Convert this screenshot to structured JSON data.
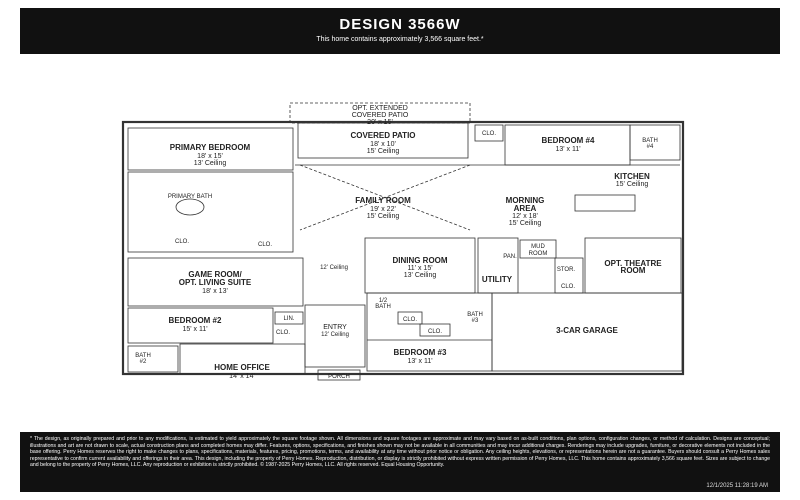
{
  "header": {
    "title": "DESIGN 3566W",
    "subtitle": "This home contains approximately 3,566 square feet.*"
  },
  "rooms": {
    "opt_patio": {
      "name": "OPT. EXTENDED",
      "name2": "COVERED PATIO",
      "dim": "20' x 15'"
    },
    "covered_patio": {
      "name": "COVERED PATIO",
      "dim": "18' x 10'",
      "ceiling": "15' Ceiling"
    },
    "primary_bedroom": {
      "name": "PRIMARY BEDROOM",
      "dim": "18' x 15'",
      "ceiling": "13' Ceiling"
    },
    "primary_bath": {
      "name": "PRIMARY BATH"
    },
    "bedroom4": {
      "name": "BEDROOM #4",
      "dim": "13' x 11'"
    },
    "bath4": {
      "name": "BATH",
      "num": "#4"
    },
    "kitchen": {
      "name": "KITCHEN",
      "ceiling": "15' Ceiling"
    },
    "family_room": {
      "name": "FAMILY ROOM",
      "dim": "19' x 22'",
      "ceiling": "15' Ceiling"
    },
    "morning_area": {
      "name": "MORNING",
      "name2": "AREA",
      "dim": "12' x 18'",
      "ceiling": "15' Ceiling"
    },
    "game_room": {
      "name": "GAME ROOM/",
      "name2": "OPT. LIVING SUITE",
      "dim": "18' x 13'"
    },
    "dining_room": {
      "name": "DINING ROOM",
      "dim": "11' x 15'",
      "ceiling": "13' Ceiling"
    },
    "mud_room": {
      "name": "MUD",
      "name2": "ROOM"
    },
    "pan": {
      "name": "PAN."
    },
    "utility": {
      "name": "UTILITY"
    },
    "stor": {
      "name": "STOR."
    },
    "theatre": {
      "name": "OPT. THEATRE",
      "name2": "ROOM"
    },
    "bedroom2": {
      "name": "BEDROOM #2",
      "dim": "15' x 11'"
    },
    "lin": {
      "name": "LIN."
    },
    "entry": {
      "name": "ENTRY",
      "ceiling": "12' Ceiling"
    },
    "hall_ceiling": {
      "text": "12' Ceiling"
    },
    "half_bath": {
      "name": "1/2",
      "name2": "BATH"
    },
    "bath3": {
      "name": "BATH",
      "num": "#3"
    },
    "bedroom3": {
      "name": "BEDROOM #3",
      "dim": "13' x 11'"
    },
    "garage": {
      "name": "3-CAR GARAGE"
    },
    "bath2": {
      "name": "BATH",
      "num": "#2"
    },
    "home_office": {
      "name": "HOME OFFICE",
      "dim": "14' x 14'"
    },
    "porch": {
      "name": "PORCH"
    },
    "clo": {
      "name": "CLO."
    }
  },
  "footer": {
    "disclaimer": "* The design, as originally prepared and prior to any modifications, is estimated to yield approximately the square footage shown. All dimensions and square footages are approximate and may vary based on as-built conditions, plan options, configuration changes, or method of calculation. Designs are conceptual; illustrations and art are not drawn to scale, actual construction plans and completed homes may differ. Features, options, specifications, and finishes shown may not be available in all communities and may incur additional charges. Renderings may include upgrades, furniture, or decorative elements not included in the base offering. Perry Homes reserves the right to make changes to plans, specifications, materials, features, pricing, promotions, terms, and availability at any time without prior notice or obligation. Any ceiling heights, elevations, or representations herein are not a guarantee. Buyers should consult a Perry Homes sales representative to confirm current availability and offerings in their area. This design, including the property of Perry Homes. Reproduction, distribution, or display is strictly prohibited without express written permission of Perry Homes, LLC. This home contains approximately 3,566 square feet. Sizes are subject to change and belong to the property of Perry Homes, LLC. Any reproduction or exhibition is strictly prohibited. © 1987-2025 Perry Homes, LLC. All rights reserved. Equal Housing Opportunity.",
    "timestamp": "12/1/2025 11:28:19 AM"
  }
}
